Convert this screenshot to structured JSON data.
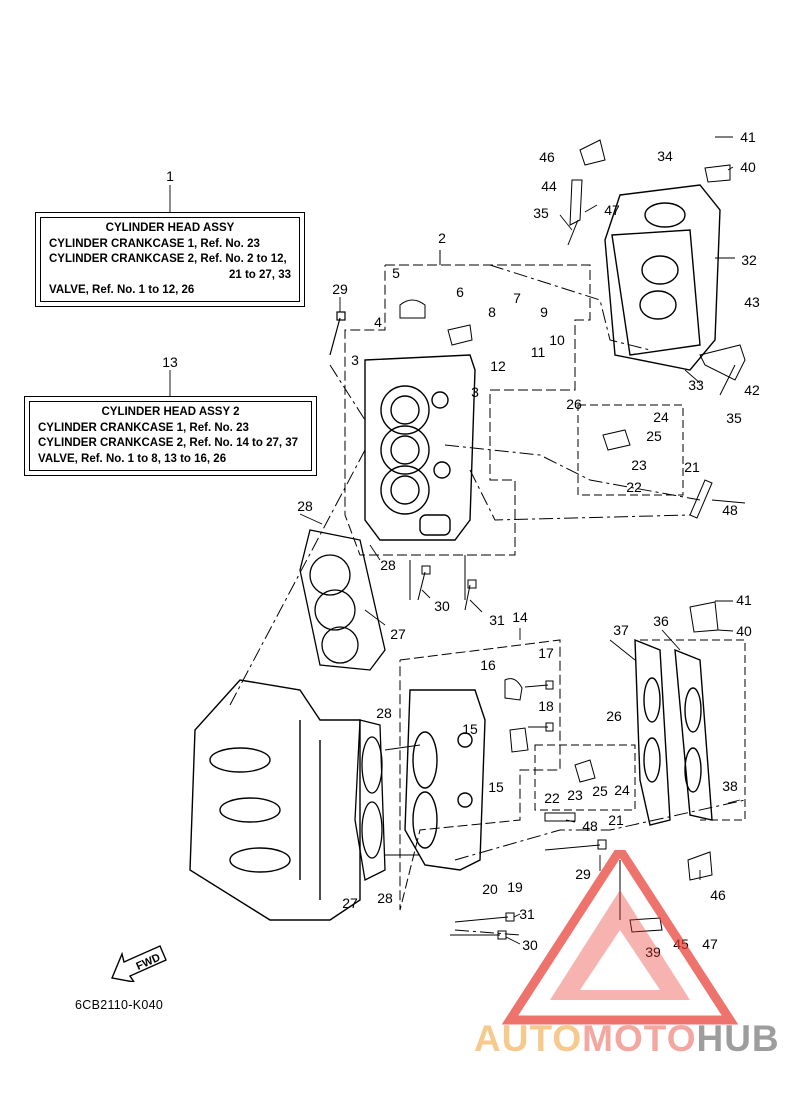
{
  "legend_1": {
    "title": "CYLINDER HEAD ASSY",
    "lines": [
      "CYLINDER CRANKCASE 1,  Ref. No. 23",
      "CYLINDER CRANKCASE 2,  Ref. No. 2 to 12,",
      "21 to 27, 33",
      "VALVE,  Ref. No. 1 to 12, 26"
    ]
  },
  "legend_13": {
    "title": "CYLINDER HEAD ASSY 2",
    "lines": [
      "CYLINDER CRANKCASE 1,  Ref. No. 23",
      "CYLINDER CRANKCASE 2,  Ref. No. 14 to 27, 37",
      "VALVE,  Ref. No. 1 to 8, 13 to 16, 26"
    ]
  },
  "callouts": [
    "1",
    "13",
    "2",
    "3",
    "3",
    "4",
    "5",
    "6",
    "7",
    "8",
    "9",
    "10",
    "11",
    "12",
    "21",
    "22",
    "23",
    "24",
    "25",
    "26",
    "28",
    "28",
    "27",
    "29",
    "30",
    "31",
    "32",
    "33",
    "34",
    "35",
    "35",
    "40",
    "41",
    "42",
    "43",
    "44",
    "46",
    "47",
    "48",
    "14",
    "15",
    "15",
    "16",
    "17",
    "18",
    "19",
    "20",
    "21",
    "22",
    "23",
    "24",
    "25",
    "26",
    "27",
    "28",
    "28",
    "29",
    "30",
    "31",
    "36",
    "37",
    "38",
    "39",
    "40",
    "41",
    "45",
    "46",
    "47",
    "48"
  ],
  "fwd_label": "FWD",
  "drawing_code": "6CB2110-K040",
  "watermark": {
    "part_a": "AUTO",
    "part_b": "MOTO",
    "part_c": "HUB"
  },
  "colors": {
    "watermark_red": "#e8382f",
    "watermark_orange": "#f6c98d",
    "watermark_grey": "#9d9d9d"
  }
}
